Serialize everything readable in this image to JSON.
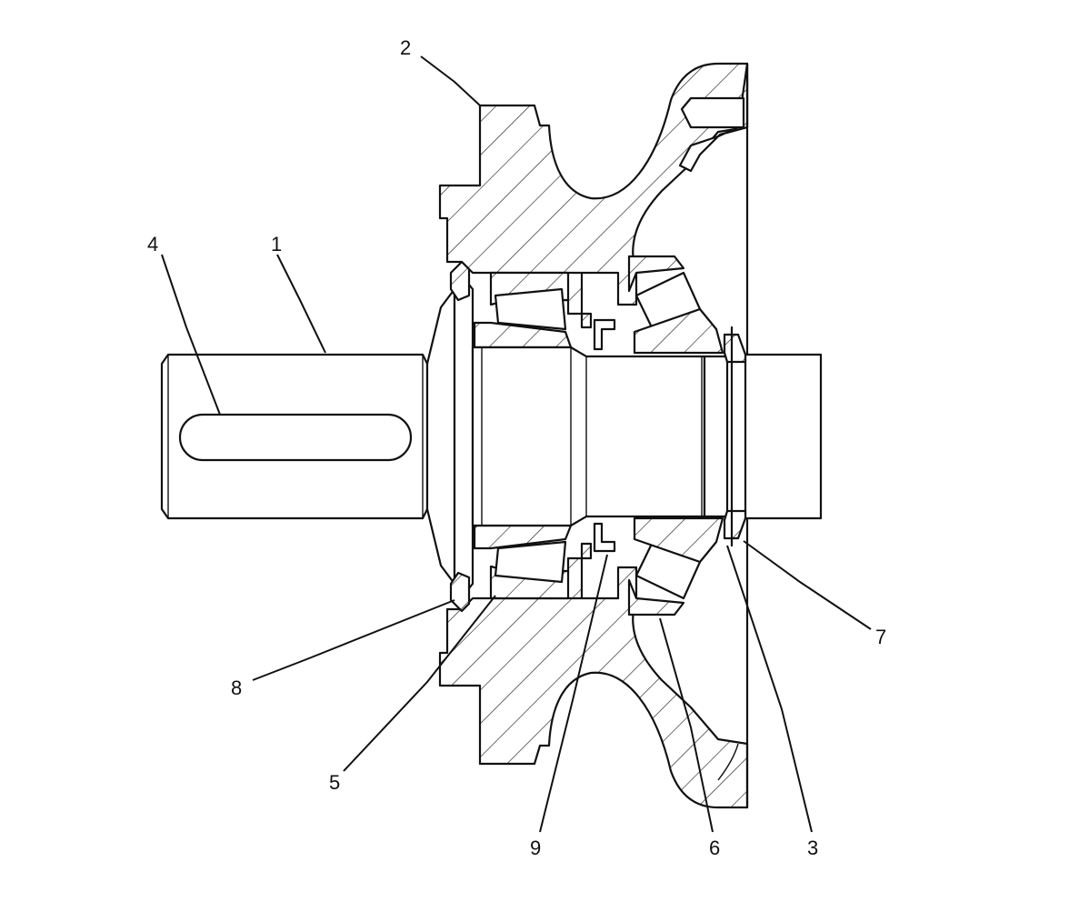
{
  "callouts": [
    {
      "id": "c1",
      "label": "1"
    },
    {
      "id": "c2",
      "label": "2"
    },
    {
      "id": "c3",
      "label": "3"
    },
    {
      "id": "c4",
      "label": "4"
    },
    {
      "id": "c5",
      "label": "5"
    },
    {
      "id": "c6",
      "label": "6"
    },
    {
      "id": "c7",
      "label": "7"
    },
    {
      "id": "c8",
      "label": "8"
    },
    {
      "id": "c9",
      "label": "9"
    }
  ]
}
